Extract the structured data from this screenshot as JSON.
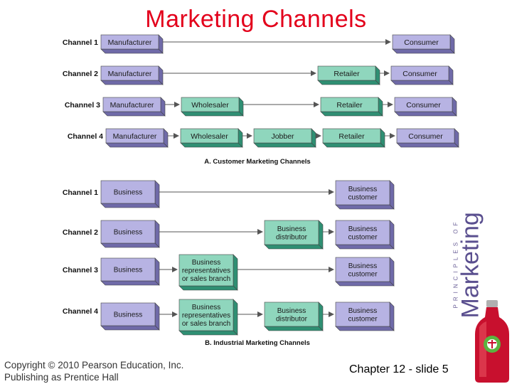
{
  "slide": {
    "title": "Marketing Channels",
    "footer_left_line1": "Copyright © 2010 Pearson Education, Inc.",
    "footer_left_line2": "Publishing as Prentice Hall",
    "footer_right": "Chapter 12 - slide 5"
  },
  "branding": {
    "top_text": "PRINCIPLES OF",
    "main_text": "Marketing"
  },
  "colors": {
    "title": "#e3001b",
    "purple_face": "#b7b3e3",
    "purple_side": "#6f6aa8",
    "green_face": "#8fd6bd",
    "green_side": "#2f8f73",
    "arrow": "#555555"
  },
  "diagram": {
    "consumer": {
      "caption": "A. Customer Marketing Channels",
      "channels": [
        {
          "label": "Channel 1",
          "nodes": [
            "Manufacturer",
            "Consumer"
          ]
        },
        {
          "label": "Channel 2",
          "nodes": [
            "Manufacturer",
            "Retailer",
            "Consumer"
          ]
        },
        {
          "label": "Channel 3",
          "nodes": [
            "Manufacturer",
            "Wholesaler",
            "Retailer",
            "Consumer"
          ]
        },
        {
          "label": "Channel 4",
          "nodes": [
            "Manufacturer",
            "Wholesaler",
            "Jobber",
            "Retailer",
            "Consumer"
          ]
        }
      ]
    },
    "industrial": {
      "caption": "B. Industrial Marketing Channels",
      "channels": [
        {
          "label": "Channel 1",
          "nodes": [
            "Business",
            "Business\ncustomer"
          ]
        },
        {
          "label": "Channel 2",
          "nodes": [
            "Business",
            "Business\ndistributor",
            "Business\ncustomer"
          ]
        },
        {
          "label": "Channel 3",
          "nodes": [
            "Business",
            "Business\nrepresentatives\nor sales branch",
            "Business\ncustomer"
          ]
        },
        {
          "label": "Channel 4",
          "nodes": [
            "Business",
            "Business\nrepresentatives\nor sales branch",
            "Business\ndistributor",
            "Business\ncustomer"
          ]
        }
      ]
    }
  }
}
